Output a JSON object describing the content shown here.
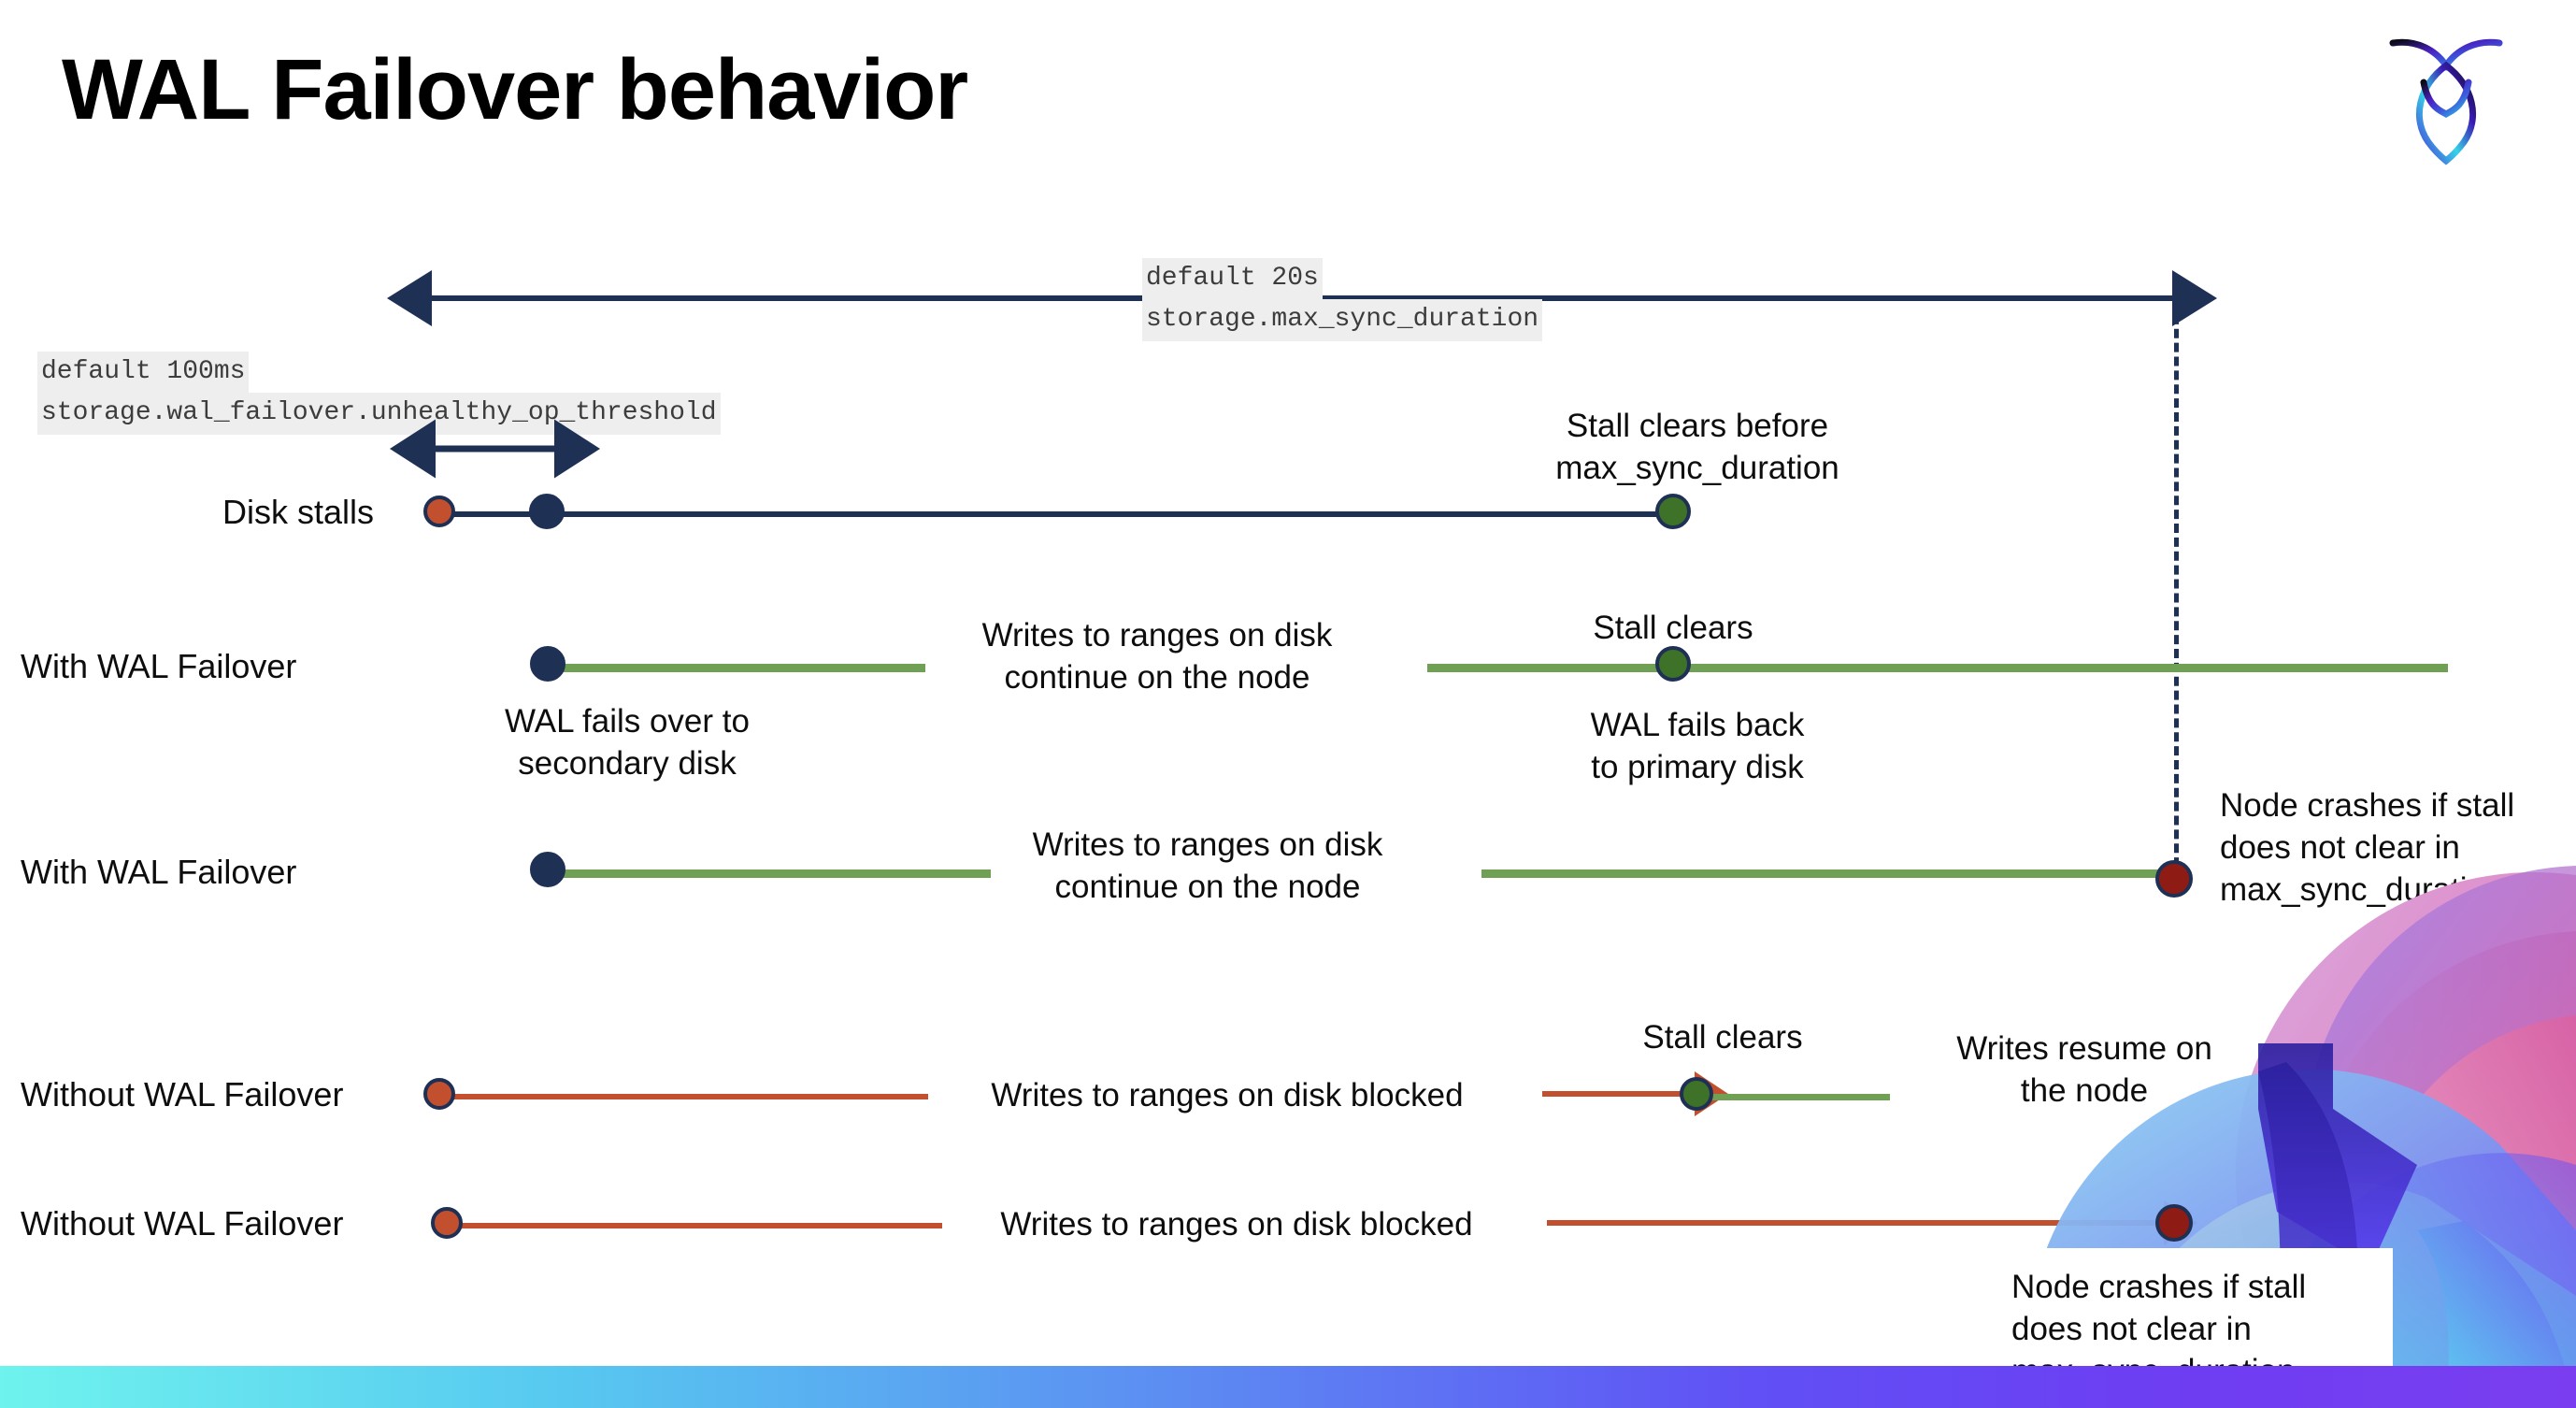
{
  "slide": {
    "title": "WAL Failover behavior",
    "logo_name": "cockroachdb-logo"
  },
  "annotations": {
    "threshold_default": "default 100ms",
    "threshold_setting": "storage.wal_failover.unhealthy_op_threshold",
    "max_sync_default": "default 20s",
    "max_sync_setting": "storage.max_sync_duration"
  },
  "rows": [
    {
      "name": "Disk stalls",
      "labels": [
        "Stall clears before\nmax_sync_duration"
      ]
    },
    {
      "name": "With WAL Failover",
      "labels": [
        "Writes to ranges on disk\ncontinue on the node",
        "Stall clears",
        "WAL fails over to\nsecondary disk",
        "WAL fails  back\nto primary disk"
      ]
    },
    {
      "name": "With WAL Failover",
      "labels": [
        "Writes to ranges on disk\ncontinue on the node",
        "Node crashes if stall\ndoes not clear in\nmax_sync_duration"
      ]
    },
    {
      "name": "Without WAL Failover",
      "labels": [
        "Writes to ranges on disk  blocked",
        "Stall clears",
        "Writes resume on\nthe node"
      ]
    },
    {
      "name": "Without WAL Failover",
      "labels": [
        "Writes to ranges on disk  blocked",
        "Node crashes if stall\ndoes not clear in\nmax_sync_duration"
      ]
    }
  ],
  "colors": {
    "navy": "#1f3055",
    "red": "#c2502f",
    "green": "#70a053",
    "green_dot": "#3e7229",
    "dark_red_dot": "#8f1b15",
    "code_chip_bg": "#eeeeee",
    "title": "#000000"
  }
}
